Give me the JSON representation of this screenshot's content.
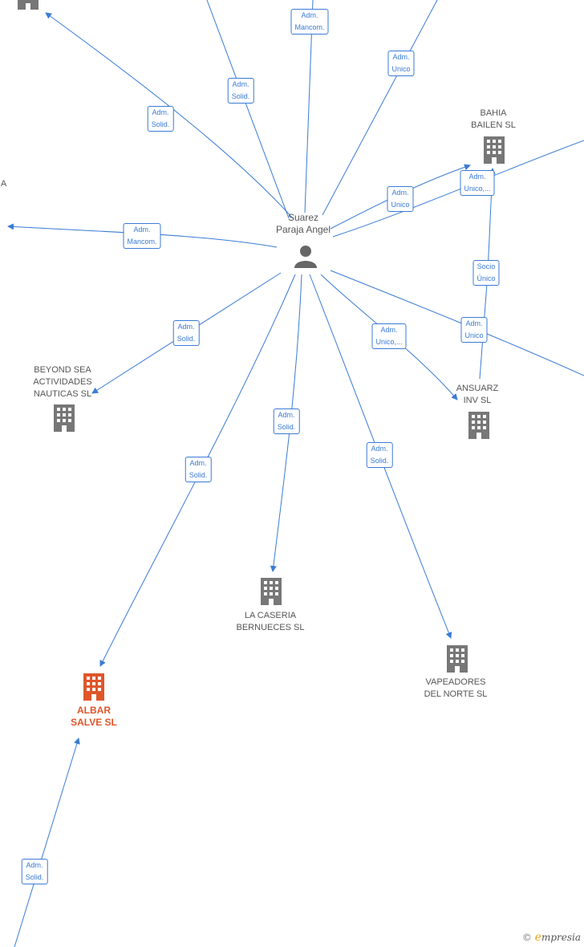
{
  "person": {
    "name_line1": "Suarez",
    "name_line2": "Paraja Angel",
    "icon": "person-icon"
  },
  "companies": {
    "bahia_bailen": {
      "line1": "BAHIA",
      "line2": "BAILEN  SL",
      "icon": "building-icon",
      "color": "#777777"
    },
    "beyond_sea": {
      "line1": "BEYOND SEA",
      "line2": "ACTIVIDADES",
      "line3": "NAUTICAS  SL",
      "icon": "building-icon",
      "color": "#777777"
    },
    "ansuarz": {
      "line1": "ANSUARZ",
      "line2": "INV  SL",
      "icon": "building-icon",
      "color": "#777777"
    },
    "la_caseria": {
      "line1": "LA CASERIA",
      "line2": "BERNUECES  SL",
      "icon": "building-icon",
      "color": "#777777"
    },
    "vapeadores": {
      "line1": "VAPEADORES",
      "line2": "DEL NORTE  SL",
      "icon": "building-icon",
      "color": "#777777"
    },
    "albar_salve": {
      "line1": "ALBAR",
      "line2": "SALVE  SL",
      "icon": "building-icon",
      "color": "#e0562b"
    },
    "top_left": {
      "icon": "building-icon",
      "color": "#777777"
    },
    "left_cut": {
      "text": "IA"
    }
  },
  "edges": {
    "e1": {
      "line1": "Adm.",
      "line2": "Mancom."
    },
    "e2": {
      "line1": "Adm.",
      "line2": "Unico"
    },
    "e3": {
      "line1": "Adm.",
      "line2": "Solid."
    },
    "e4": {
      "line1": "Adm.",
      "line2": "Solid."
    },
    "e5": {
      "line1": "Adm.",
      "line2": "Unico,..."
    },
    "e6": {
      "line1": "Adm.",
      "line2": "Unico"
    },
    "e7": {
      "line1": "Adm.",
      "line2": "Mancom."
    },
    "e8": {
      "line1": "Socio",
      "line2": "Único"
    },
    "e9": {
      "line1": "Adm.",
      "line2": "Solid."
    },
    "e10": {
      "line1": "Adm.",
      "line2": "Unico,..."
    },
    "e11": {
      "line1": "Adm.",
      "line2": "Unico"
    },
    "e12": {
      "line1": "Adm.",
      "line2": "Solid."
    },
    "e13": {
      "line1": "Adm.",
      "line2": "Solid."
    },
    "e14": {
      "line1": "Adm.",
      "line2": "Solid."
    },
    "e15": {
      "line1": "Adm.",
      "line2": "Solid."
    }
  },
  "footer": {
    "copyright": "©",
    "brand_initial": "e",
    "brand_rest": "mpresia"
  }
}
